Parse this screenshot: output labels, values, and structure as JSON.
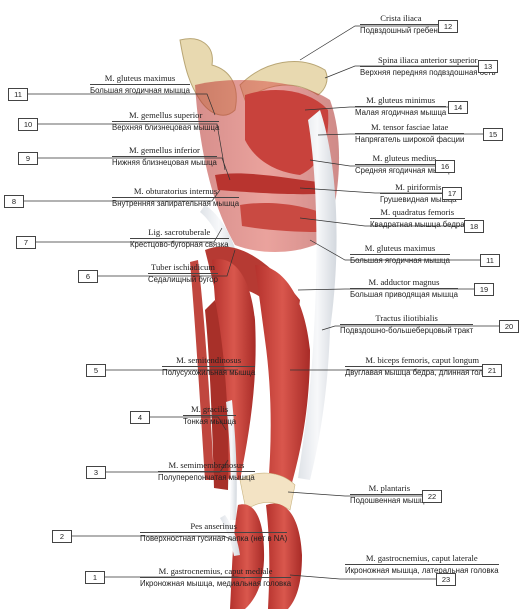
{
  "labels": [
    {
      "num": "1",
      "latin": "M. gastrocnemius, caput mediale",
      "ru": "Икроножная мышца, медиальная головка"
    },
    {
      "num": "2",
      "latin": "Pes anserinus",
      "ru": "Поверхностная гусиная лапка (нет в NA)"
    },
    {
      "num": "3",
      "latin": "M. semimembranosus",
      "ru": "Полуперепончатая мышца"
    },
    {
      "num": "4",
      "latin": "M. gracilis",
      "ru": "Тонкая мышца"
    },
    {
      "num": "5",
      "latin": "M. semitendinosus",
      "ru": "Полусухожильная мышца"
    },
    {
      "num": "6",
      "latin": "Tuber ischiadicum",
      "ru": "Седалищный бугор"
    },
    {
      "num": "7",
      "latin": "Lig. sacrotuberale",
      "ru": "Крестцово-бугорная связка"
    },
    {
      "num": "8",
      "latin": "M. obturatorius internus",
      "ru": "Внутренняя запирательная мышца"
    },
    {
      "num": "9",
      "latin": "M. gemellus inferior",
      "ru": "Нижняя близнецовая мышца"
    },
    {
      "num": "10",
      "latin": "M. gemellus superior",
      "ru": "Верхняя близнецовая мышца"
    },
    {
      "num": "11",
      "latin": "M. gluteus maximus",
      "ru": "Большая ягодичная мышца"
    },
    {
      "num": "12",
      "latin": "Crista iliaca",
      "ru": "Подвздошный гребень"
    },
    {
      "num": "13",
      "latin": "Spina iliaca anterior superior",
      "ru": "Верхняя передняя подвздошная ость"
    },
    {
      "num": "14",
      "latin": "M. gluteus minimus",
      "ru": "Малая ягодичная мышца"
    },
    {
      "num": "15",
      "latin": "M. tensor fasciae latae",
      "ru": "Напрягатель широкой фасции"
    },
    {
      "num": "16",
      "latin": "M. gluteus medius",
      "ru": "Средняя ягодичная мышца"
    },
    {
      "num": "17",
      "latin": "M. piriformis",
      "ru": "Грушевидная мышца"
    },
    {
      "num": "18",
      "latin": "M. quadratus femoris",
      "ru": "Квадратная мышца бедра"
    },
    {
      "num": "11",
      "latin": "M. gluteus maximus",
      "ru": "Большая ягодичная мышца"
    },
    {
      "num": "19",
      "latin": "M. adductor magnus",
      "ru": "Большая приводящая мышца"
    },
    {
      "num": "20",
      "latin": "Tractus iliotibialis",
      "ru": "Подвздошно-большеберцовый тракт"
    },
    {
      "num": "21",
      "latin": "M. biceps femoris, caput longum",
      "ru": "Двуглавая мышца бедра, длинная головка"
    },
    {
      "num": "22",
      "latin": "M. plantaris",
      "ru": "Подошвенная мышца"
    },
    {
      "num": "23",
      "latin": "M. gastrocnemius, caput laterale",
      "ru": "Икроножная мышца, латеральная головка"
    }
  ],
  "colors": {
    "muscle": "#c8423c",
    "muscle_light": "#e27a6f",
    "tendon": "#e9ecef",
    "bone": "#e8d9b0",
    "line": "#333333"
  }
}
